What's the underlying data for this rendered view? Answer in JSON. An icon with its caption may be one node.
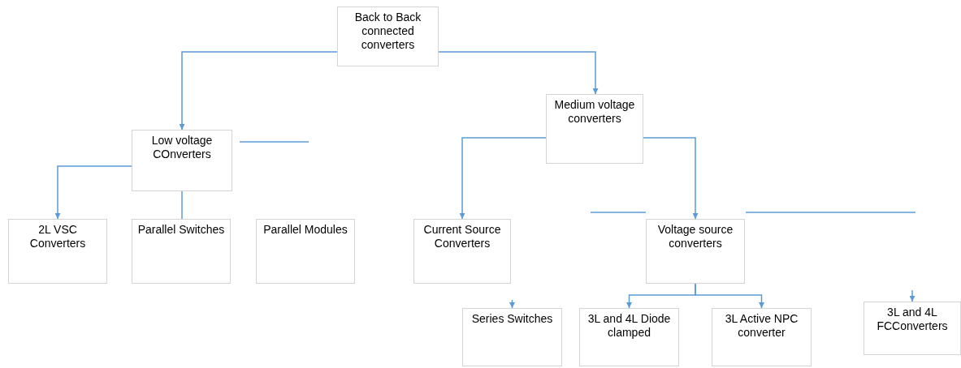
{
  "diagram": {
    "nodes": [
      {
        "text": [
          "Back to Back connected converters"
        ]
      },
      {
        "text": [
          "Low voltage COnverters"
        ]
      },
      {
        "text": [
          "2L VSC Converters"
        ]
      },
      {
        "text": [
          "Parallel Switches"
        ]
      },
      {
        "text": [
          "Parallel Modules"
        ]
      },
      {
        "text": [
          "Medium voltage converters"
        ]
      },
      {
        "text": [
          "Current Source Converters"
        ]
      },
      {
        "text": [
          "Voltage source converters"
        ]
      },
      {
        "text": [
          "Series Switches"
        ]
      },
      {
        "text": [
          "3L and 4L Diode clamped"
        ]
      },
      {
        "text": [
          "3L Active NPC converter"
        ]
      },
      {
        "text": [
          "3L and 4L FCConverters"
        ]
      }
    ],
    "edges": [
      {
        "from": 0,
        "to": 1,
        "arrow": "to"
      },
      {
        "from": 0,
        "to": 5,
        "arrow": "to"
      },
      {
        "from": 1,
        "to": 2,
        "arrow": "to"
      },
      {
        "from": 1,
        "to": 3,
        "arrow": "none"
      },
      {
        "from": 5,
        "to": 6,
        "arrow": "to"
      },
      {
        "from": 5,
        "to": 7,
        "arrow": "to"
      },
      {
        "from": 7,
        "to": 9,
        "arrow": "to"
      },
      {
        "from": 7,
        "to": 10,
        "arrow": "to"
      },
      {
        "from": null,
        "to": 8,
        "arrow": "to"
      },
      {
        "from": null,
        "to": 11,
        "arrow": "to"
      }
    ]
  }
}
